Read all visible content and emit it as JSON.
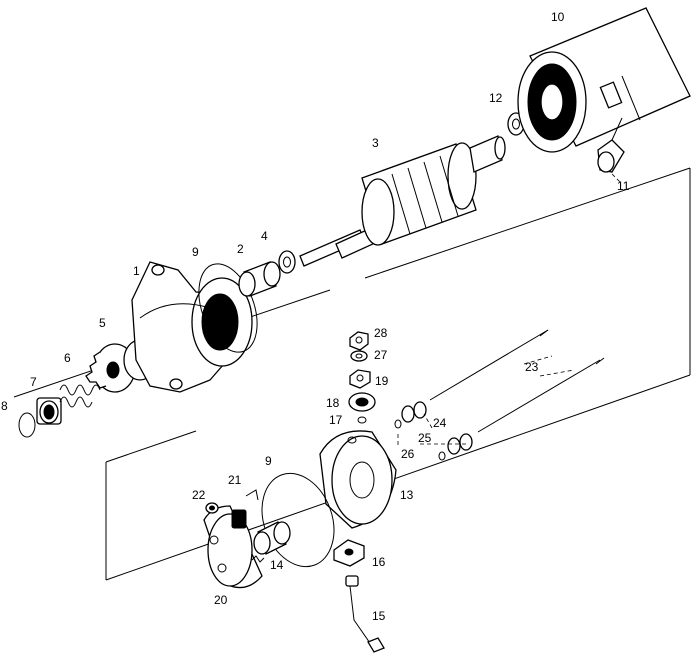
{
  "callouts": [
    {
      "id": "1",
      "label": "1"
    },
    {
      "id": "2",
      "label": "2"
    },
    {
      "id": "3",
      "label": "3"
    },
    {
      "id": "4",
      "label": "4"
    },
    {
      "id": "5",
      "label": "5"
    },
    {
      "id": "6",
      "label": "6"
    },
    {
      "id": "7",
      "label": "7"
    },
    {
      "id": "8",
      "label": "8"
    },
    {
      "id": "9a",
      "label": "9"
    },
    {
      "id": "9b",
      "label": "9"
    },
    {
      "id": "10",
      "label": "10"
    },
    {
      "id": "11",
      "label": "11"
    },
    {
      "id": "12",
      "label": "12"
    },
    {
      "id": "13",
      "label": "13"
    },
    {
      "id": "14",
      "label": "14"
    },
    {
      "id": "15",
      "label": "15"
    },
    {
      "id": "16",
      "label": "16"
    },
    {
      "id": "17",
      "label": "17"
    },
    {
      "id": "18",
      "label": "18"
    },
    {
      "id": "19",
      "label": "19"
    },
    {
      "id": "20",
      "label": "20"
    },
    {
      "id": "21",
      "label": "21"
    },
    {
      "id": "22",
      "label": "22"
    },
    {
      "id": "23",
      "label": "23"
    },
    {
      "id": "24",
      "label": "24"
    },
    {
      "id": "25",
      "label": "25"
    },
    {
      "id": "26",
      "label": "26"
    },
    {
      "id": "27",
      "label": "27"
    },
    {
      "id": "28",
      "label": "28"
    }
  ]
}
